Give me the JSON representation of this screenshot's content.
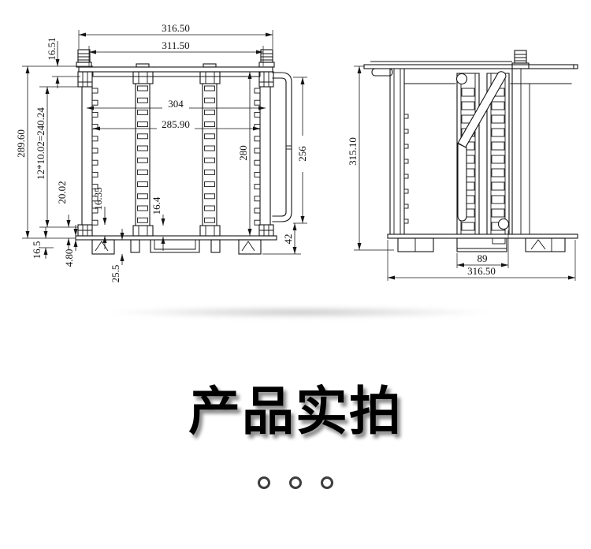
{
  "front_view": {
    "d316_50": "316.50",
    "d311_50": "311.50",
    "d16_51": "16.51",
    "d289_60": "289.60",
    "d240_24": "12*10.02=240.24",
    "d20_02": "20.02",
    "d16_5": "16.5",
    "d4_80": "4.80",
    "d25_5": "25.5",
    "d16_35": "16.35",
    "d16_4": "16.4",
    "d304": "304",
    "d285_90": "285.90",
    "d280": "280",
    "d256": "256",
    "d42": "42"
  },
  "side_view": {
    "d315_10": "315.10",
    "d89": "89",
    "d316_50": "316.50"
  },
  "section": {
    "title": "产品实拍"
  },
  "pagination": {
    "count": 3
  },
  "colors": {
    "line": "#141414",
    "title": "#000000",
    "dot": "#3d3d3d"
  }
}
